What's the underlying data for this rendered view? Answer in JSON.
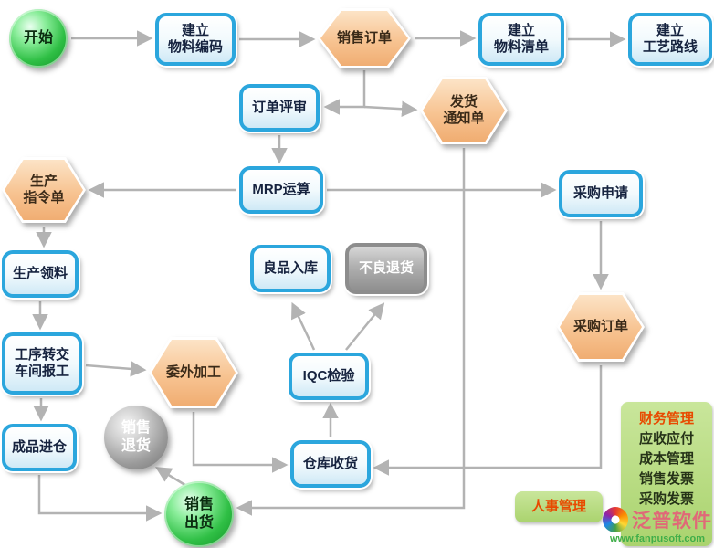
{
  "diagram": {
    "nodes": {
      "start": {
        "label": "开始",
        "shape": "circle-green"
      },
      "material_code": {
        "label": "建立\n物料编码",
        "shape": "rounded-rect-blue"
      },
      "sales_order": {
        "label": "销售订单",
        "shape": "hexagon-orange"
      },
      "bom": {
        "label": "建立\n物料清单",
        "shape": "rounded-rect-blue"
      },
      "process_route": {
        "label": "建立\n工艺路线",
        "shape": "rounded-rect-blue"
      },
      "order_review": {
        "label": "订单评审",
        "shape": "rounded-rect-blue"
      },
      "shipping_notice": {
        "label": "发货\n通知单",
        "shape": "hexagon-orange"
      },
      "production_order": {
        "label": "生产\n指令单",
        "shape": "hexagon-orange"
      },
      "mrp": {
        "label": "MRP运算",
        "shape": "rounded-rect-blue"
      },
      "purchase_request": {
        "label": "采购申请",
        "shape": "rounded-rect-blue"
      },
      "production_picking": {
        "label": "生产领料",
        "shape": "rounded-rect-blue"
      },
      "good_in": {
        "label": "良品入库",
        "shape": "rounded-rect-blue"
      },
      "defective_return": {
        "label": "不良退货",
        "shape": "rounded-rect-gray"
      },
      "purchase_order": {
        "label": "采购订单",
        "shape": "hexagon-orange"
      },
      "process_transfer": {
        "label": "工序转交\n车间报工",
        "shape": "rounded-rect-blue"
      },
      "outsourcing": {
        "label": "委外加工",
        "shape": "hexagon-orange"
      },
      "iqc": {
        "label": "IQC检验",
        "shape": "rounded-rect-blue"
      },
      "finished_in": {
        "label": "成品进仓",
        "shape": "rounded-rect-blue"
      },
      "sales_return": {
        "label": "销售\n退货",
        "shape": "circle-gray"
      },
      "warehouse_receive": {
        "label": "仓库收货",
        "shape": "rounded-rect-blue"
      },
      "sales_ship": {
        "label": "销售\n出货",
        "shape": "circle-green"
      }
    },
    "edges": [
      {
        "from": "start",
        "to": "material_code"
      },
      {
        "from": "material_code",
        "to": "sales_order"
      },
      {
        "from": "sales_order",
        "to": "bom"
      },
      {
        "from": "bom",
        "to": "process_route"
      },
      {
        "from": "sales_order",
        "to": "order_review"
      },
      {
        "from": "sales_order",
        "to": "shipping_notice"
      },
      {
        "from": "order_review",
        "to": "mrp"
      },
      {
        "from": "mrp",
        "to": "production_order"
      },
      {
        "from": "mrp",
        "to": "purchase_request"
      },
      {
        "from": "purchase_request",
        "to": "purchase_order"
      },
      {
        "from": "production_order",
        "to": "production_picking"
      },
      {
        "from": "production_picking",
        "to": "process_transfer"
      },
      {
        "from": "process_transfer",
        "to": "finished_in"
      },
      {
        "from": "process_transfer",
        "to": "outsourcing"
      },
      {
        "from": "outsourcing",
        "to": "warehouse_receive"
      },
      {
        "from": "purchase_order",
        "to": "warehouse_receive"
      },
      {
        "from": "warehouse_receive",
        "to": "iqc"
      },
      {
        "from": "iqc",
        "to": "good_in"
      },
      {
        "from": "iqc",
        "to": "defective_return"
      },
      {
        "from": "finished_in",
        "to": "sales_ship"
      },
      {
        "from": "sales_ship",
        "to": "sales_return"
      },
      {
        "from": "shipping_notice",
        "to": "sales_ship"
      }
    ]
  },
  "hr_box": {
    "label": "人事管理"
  },
  "finance_panel": {
    "title": "财务管理",
    "items": [
      "应收应付",
      "成本管理",
      "销售发票",
      "采购发票"
    ]
  },
  "watermark": {
    "brand": "泛普软件",
    "url": "www.fanpusoft.com",
    "logo": "color-swirl-icon"
  },
  "colors": {
    "blue_border": "#2ba6dd",
    "orange_fill": "#f7c391",
    "green_node": "#2fbf45",
    "gray_node": "#8f8f8f",
    "panel_green": "#b9dc8d",
    "accent_red": "#e84a00",
    "arrow_gray": "#b3b3b3"
  }
}
